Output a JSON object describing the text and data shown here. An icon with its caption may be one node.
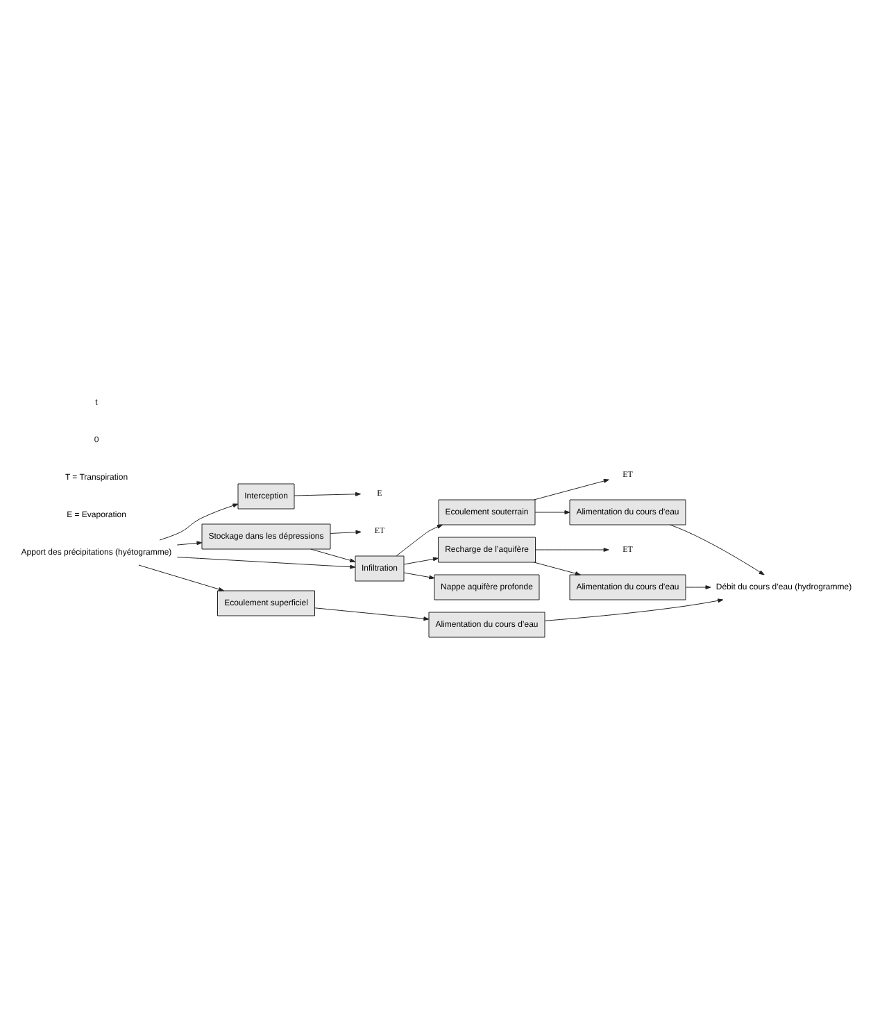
{
  "diagram": {
    "nodes": [
      {
        "text": [
          "Apport des précipitations (hyétogramme)"
        ]
      },
      {
        "text": [
          "E"
        ]
      },
      {
        "text": [
          "Interception"
        ]
      },
      {
        "text": [
          "ET"
        ]
      },
      {
        "text": [
          "Stockage dans les dépressions"
        ]
      },
      {
        "text": [
          "Infiltration"
        ]
      },
      {
        "text": [
          "Ecoulement superficiel"
        ]
      },
      {
        "text": [
          "ET"
        ]
      },
      {
        "text": [
          "ET"
        ]
      },
      {
        "text": [
          "Ecoulement souterrain"
        ]
      },
      {
        "text": [
          "Alimentation du cours d’eau"
        ]
      },
      {
        "text": [
          "Recharge de l’aquifère"
        ]
      },
      {
        "text": [
          "Alimentation du cours d’eau"
        ]
      },
      {
        "text": [
          "Nappe aquifère profonde"
        ]
      },
      {
        "text": [
          "Alimentation du cours d’eau"
        ]
      },
      {
        "text": [
          "Débit du cours d’eau (hydrogramme)"
        ]
      }
    ],
    "edges": [
      {
        "from": 0,
        "to": 2,
        "arrow": "to"
      },
      {
        "from": 0,
        "to": 4,
        "arrow": "to"
      },
      {
        "from": 0,
        "to": 5,
        "arrow": "to"
      },
      {
        "from": 0,
        "to": 6,
        "arrow": "to"
      },
      {
        "from": 2,
        "to": 1,
        "arrow": "to"
      },
      {
        "from": 4,
        "to": 3,
        "arrow": "to"
      },
      {
        "from": 4,
        "to": 5,
        "arrow": "to"
      },
      {
        "from": 5,
        "to": 9,
        "arrow": "to"
      },
      {
        "from": 5,
        "to": 11,
        "arrow": "to"
      },
      {
        "from": 5,
        "to": 13,
        "arrow": "to"
      },
      {
        "from": 6,
        "to": 14,
        "arrow": "to"
      },
      {
        "from": 9,
        "to": 7,
        "arrow": "to"
      },
      {
        "from": 11,
        "to": 8,
        "arrow": "to"
      },
      {
        "from": 9,
        "to": 10,
        "arrow": "to"
      },
      {
        "from": 11,
        "to": 12,
        "arrow": "to"
      },
      {
        "from": 10,
        "to": 15,
        "arrow": "to"
      },
      {
        "from": 12,
        "to": 15,
        "arrow": "to"
      },
      {
        "from": 14,
        "to": 15,
        "arrow": "to"
      }
    ],
    "labels": [
      "E = Evaporation",
      "T = Transpiration",
      "0",
      "t"
    ]
  }
}
